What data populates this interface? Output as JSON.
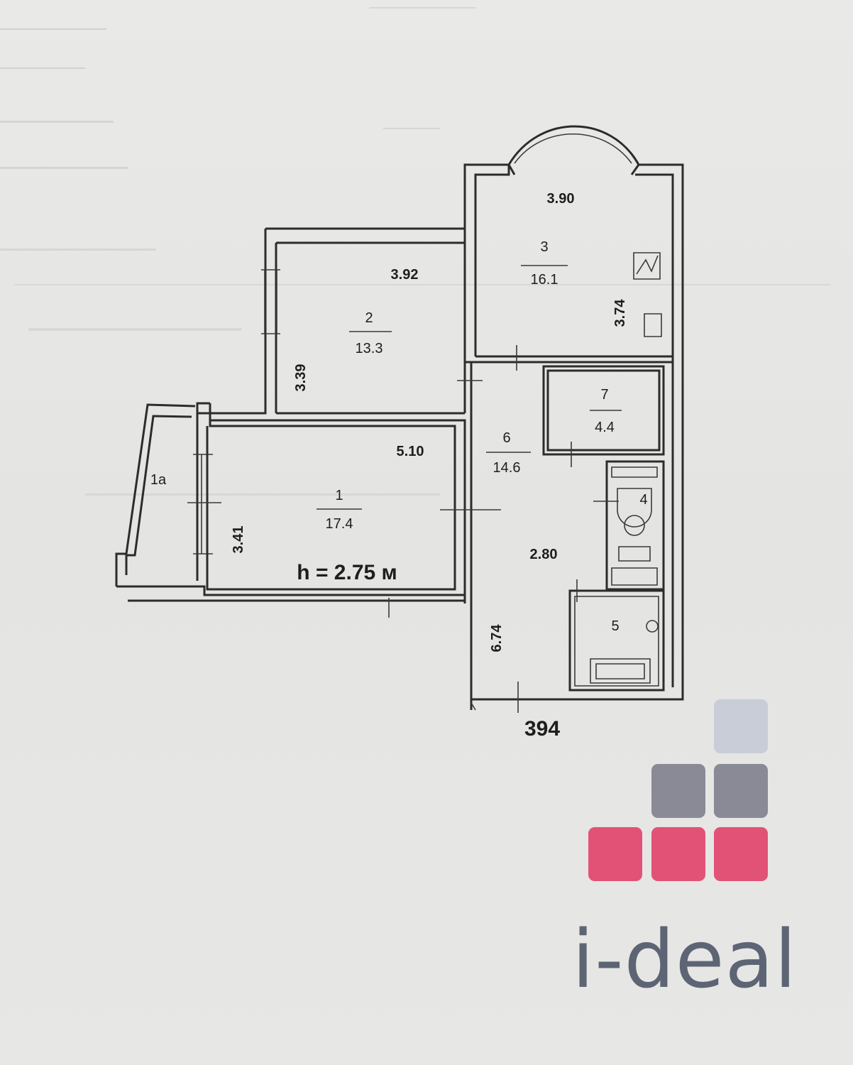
{
  "plan": {
    "ceiling_height": "h = 2.75 м",
    "apartment_number": "394",
    "rooms": [
      {
        "number": "1a",
        "area": ""
      },
      {
        "number": "1",
        "area": "17.4"
      },
      {
        "number": "2",
        "area": "13.3"
      },
      {
        "number": "3",
        "area": "16.1"
      },
      {
        "number": "4",
        "area": ""
      },
      {
        "number": "5",
        "area": ""
      },
      {
        "number": "6",
        "area": "14.6"
      },
      {
        "number": "7",
        "area": "4.4"
      }
    ],
    "dimensions": {
      "room1_width": "5.10",
      "room1_depth": "3.41",
      "room2_width": "3.92",
      "room2_depth": "3.39",
      "room3_width": "3.90",
      "room3_depth": "3.74",
      "hall_width": "2.80",
      "hall_depth": "6.74"
    }
  },
  "logo": {
    "text": "i-deal",
    "colors": {
      "light": "#c8cdd7",
      "mid": "#8a8a96",
      "accent": "#e25277"
    }
  }
}
